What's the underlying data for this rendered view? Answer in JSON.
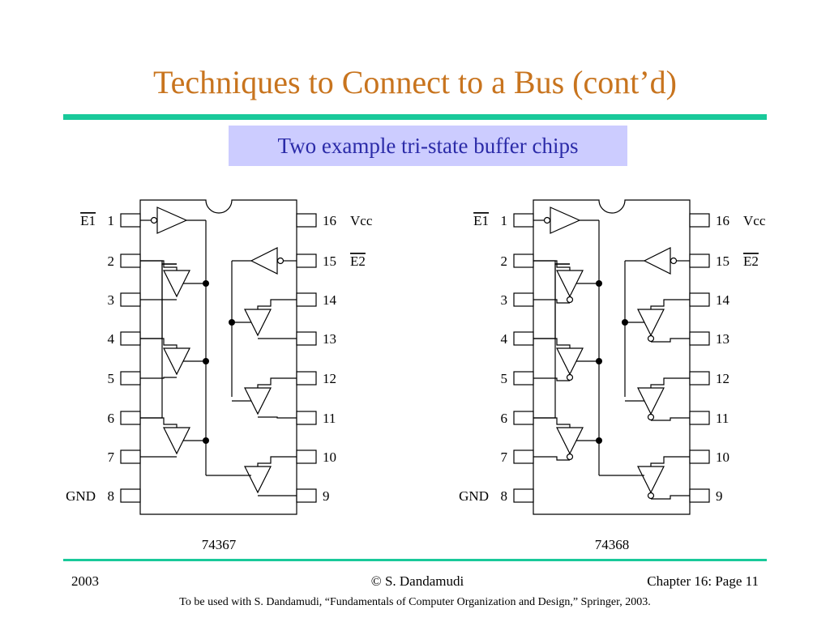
{
  "slide": {
    "title": "Techniques to Connect to a Bus (cont’d)",
    "subtitle": "Two example tri-state buffer chips"
  },
  "colors": {
    "title": "#c8741e",
    "rule": "#19c99a",
    "subtitle_bg": "#ccccff",
    "subtitle_text": "#2b2ba8"
  },
  "chips": [
    {
      "part_number": "74367",
      "inverting": false,
      "left_pins": [
        {
          "num": "1",
          "label": "E1",
          "overline": true
        },
        {
          "num": "2",
          "label": ""
        },
        {
          "num": "3",
          "label": ""
        },
        {
          "num": "4",
          "label": ""
        },
        {
          "num": "5",
          "label": ""
        },
        {
          "num": "6",
          "label": ""
        },
        {
          "num": "7",
          "label": ""
        },
        {
          "num": "8",
          "label": "GND"
        }
      ],
      "right_pins": [
        {
          "num": "16",
          "label": "Vcc"
        },
        {
          "num": "15",
          "label": "E2",
          "overline": true
        },
        {
          "num": "14",
          "label": ""
        },
        {
          "num": "13",
          "label": ""
        },
        {
          "num": "12",
          "label": ""
        },
        {
          "num": "11",
          "label": ""
        },
        {
          "num": "10",
          "label": ""
        },
        {
          "num": "9",
          "label": ""
        }
      ]
    },
    {
      "part_number": "74368",
      "inverting": true,
      "left_pins": [
        {
          "num": "1",
          "label": "E1",
          "overline": true
        },
        {
          "num": "2",
          "label": ""
        },
        {
          "num": "3",
          "label": ""
        },
        {
          "num": "4",
          "label": ""
        },
        {
          "num": "5",
          "label": ""
        },
        {
          "num": "6",
          "label": ""
        },
        {
          "num": "7",
          "label": ""
        },
        {
          "num": "8",
          "label": "GND"
        }
      ],
      "right_pins": [
        {
          "num": "16",
          "label": "Vcc"
        },
        {
          "num": "15",
          "label": "E2",
          "overline": true
        },
        {
          "num": "14",
          "label": ""
        },
        {
          "num": "13",
          "label": ""
        },
        {
          "num": "12",
          "label": ""
        },
        {
          "num": "11",
          "label": ""
        },
        {
          "num": "10",
          "label": ""
        },
        {
          "num": "9",
          "label": ""
        }
      ]
    }
  ],
  "footer": {
    "year": "2003",
    "author": "© S. Dandamudi",
    "page": "Chapter 16: Page 11",
    "note": "To be used with S. Dandamudi, “Fundamentals of Computer Organization and Design,” Springer, 2003."
  }
}
